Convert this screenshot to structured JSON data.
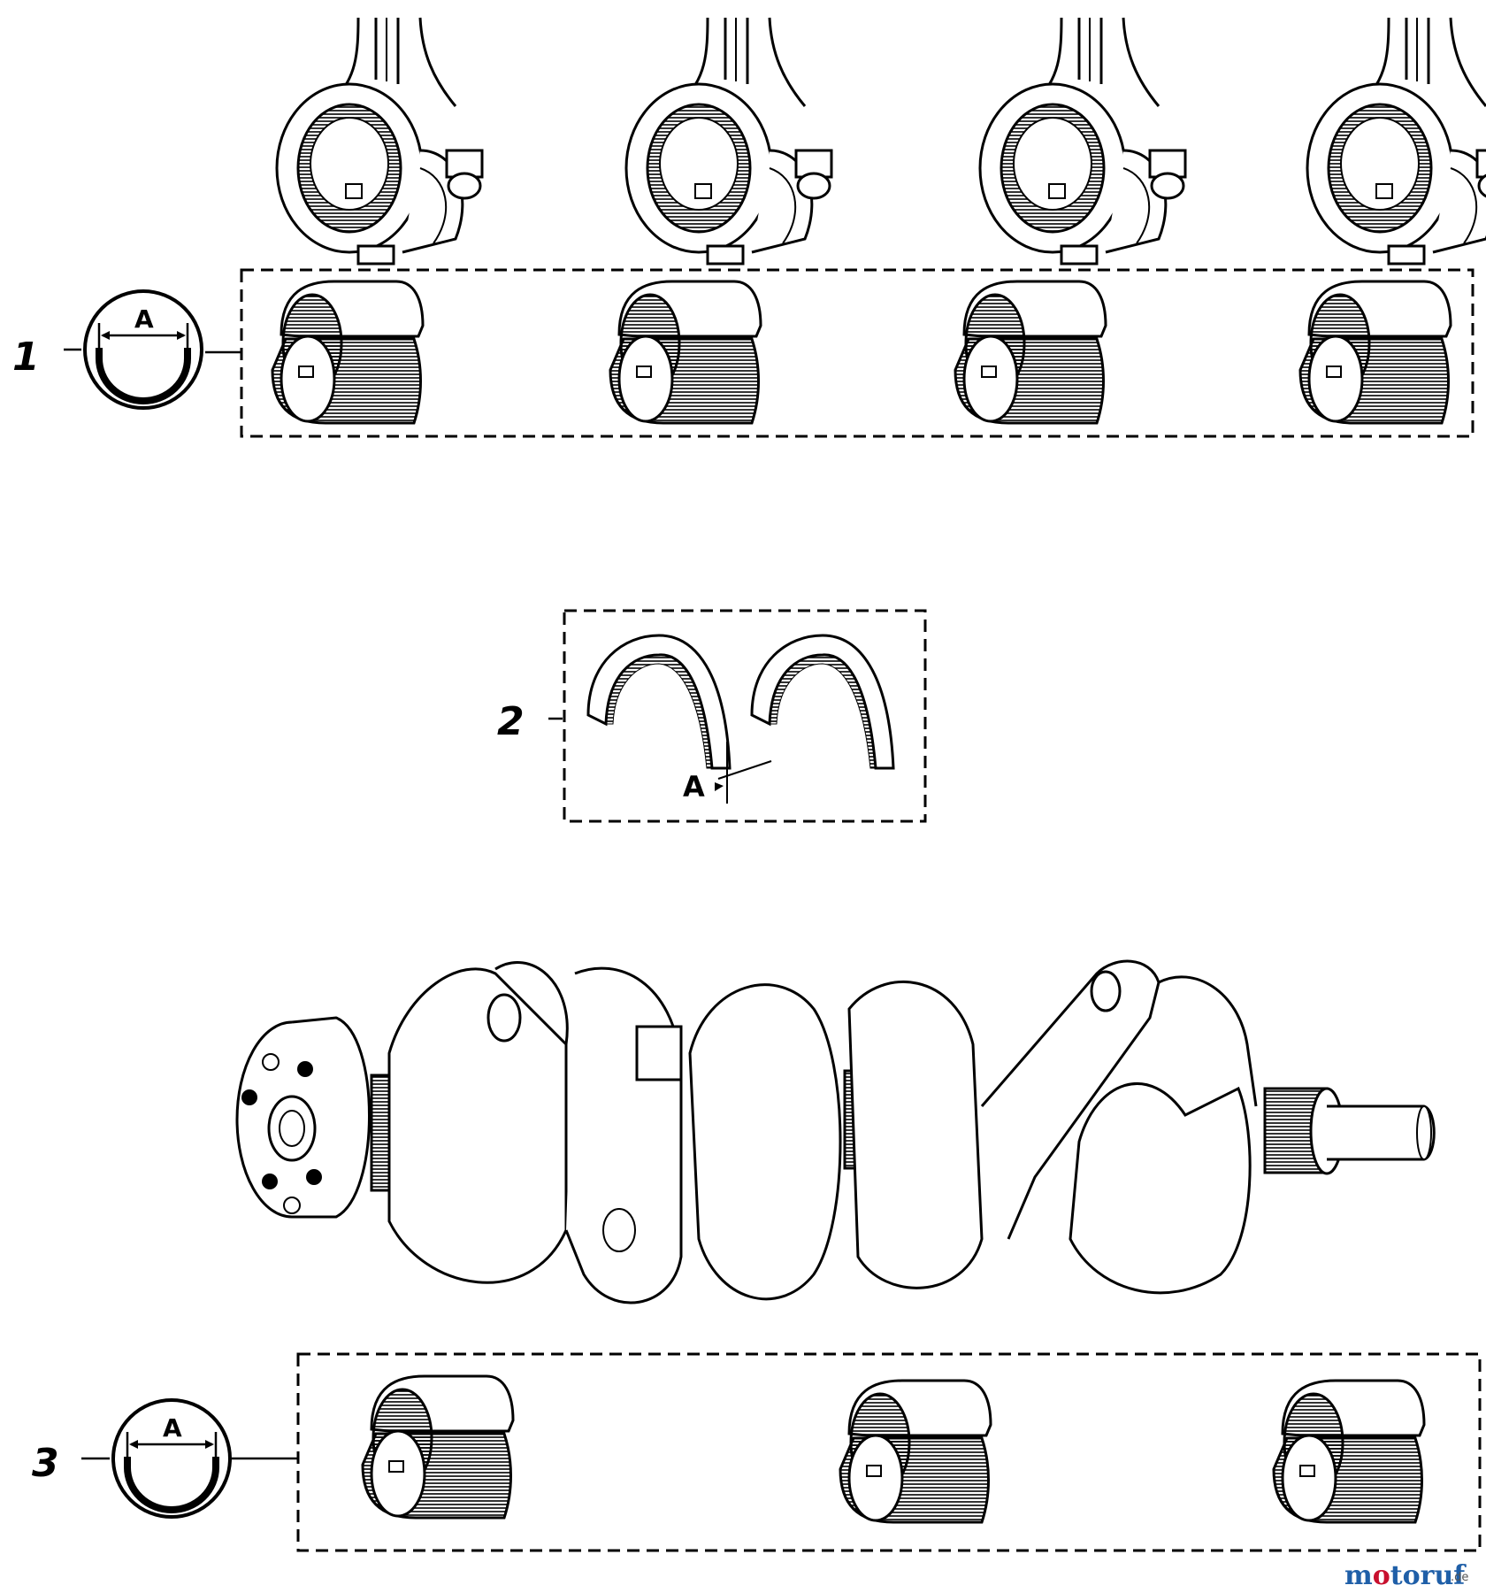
{
  "callouts": {
    "group1": "1",
    "group2": "2",
    "group3": "3"
  },
  "dimension_label": "A",
  "watermark": {
    "brand": "motoruf",
    "suffix": ".de",
    "colors": {
      "m": "#1f5fa8",
      "o": "#c8102e"
    }
  },
  "parts": {
    "connecting_rods": 4,
    "rod_bearings": 4,
    "thrust_washers": 2,
    "main_bearings": 3
  }
}
